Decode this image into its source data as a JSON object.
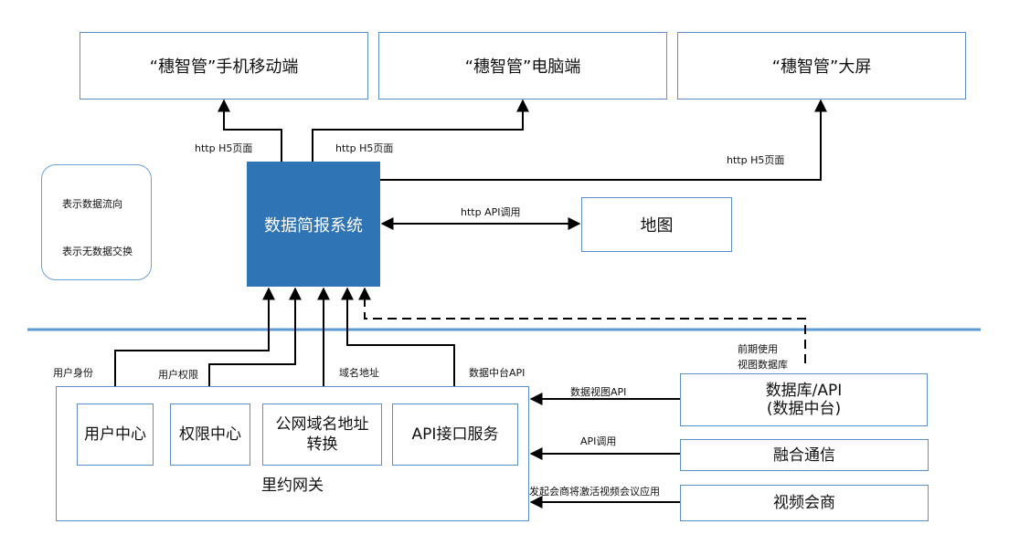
{
  "clients": [
    {
      "id": "mobile",
      "label": "“穗智管”手机移动端"
    },
    {
      "id": "pc",
      "label": "“穗智管”电脑端"
    },
    {
      "id": "bigscreen",
      "label": "“穗智管”大屏"
    }
  ],
  "core_system": {
    "label": "数据简报系统",
    "color": "#2f74b5"
  },
  "map": {
    "label": "地图"
  },
  "edge_labels": {
    "mobile_h5": "http H5页面",
    "pc_h5": "http H5页面",
    "bigscreen_h5": "http H5页面",
    "map_api": "http API调用",
    "user_identity": "用户身份",
    "user_permission": "用户权限",
    "domain_address": "域名地址",
    "data_platform_api": "数据中台API",
    "early_view_db_line1": "前期使用",
    "early_view_db_line2": "视图数据库",
    "data_view_api": "数据视图API",
    "api_call": "API调用",
    "video_conf": "发起会商将激活视频会议应用"
  },
  "legend": {
    "arrow_meaning": "表示数据流向",
    "line_meaning": "表示无数据交换"
  },
  "gateway": {
    "label": "里约网关",
    "services": [
      {
        "id": "user-center",
        "label": "用户中心"
      },
      {
        "id": "permission-center",
        "label": "权限中心"
      },
      {
        "id": "domain-translate",
        "label_line1": "公网域名地址",
        "label_line2": "转换"
      },
      {
        "id": "api-service",
        "label": "API接口服务"
      }
    ]
  },
  "external": {
    "database_api": {
      "line1": "数据库/API",
      "line2": "(数据中台)"
    },
    "fusion_comm": {
      "label": "融合通信"
    },
    "video_conference": {
      "label": "视频会商"
    }
  },
  "colors": {
    "box_border": "#5b8fc7",
    "divider": "#5b9bd5",
    "core": "#2f74b5"
  }
}
